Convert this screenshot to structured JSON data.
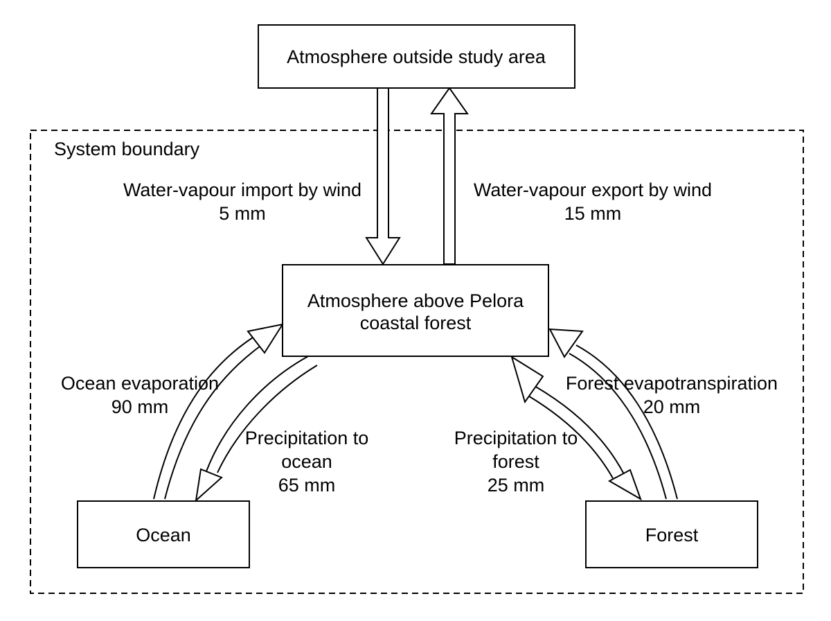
{
  "boundary_label": "System boundary",
  "nodes": {
    "outside": "Atmosphere outside study area",
    "atmosphere": [
      "Atmosphere above Pelora",
      "coastal forest"
    ],
    "ocean": "Ocean",
    "forest": "Forest"
  },
  "flows": {
    "import": {
      "label": "Water-vapour import by wind",
      "amount": "5 mm"
    },
    "export": {
      "label": "Water-vapour export by wind",
      "amount": "15 mm"
    },
    "ocean_evap": {
      "label": "Ocean evaporation",
      "amount": "90 mm"
    },
    "ocean_precip": {
      "label": [
        "Precipitation to",
        "ocean"
      ],
      "amount": "65 mm"
    },
    "forest_precip": {
      "label": [
        "Precipitation to",
        "forest"
      ],
      "amount": "25 mm"
    },
    "forest_evap": {
      "label": "Forest evapotranspiration",
      "amount": "20 mm"
    }
  }
}
